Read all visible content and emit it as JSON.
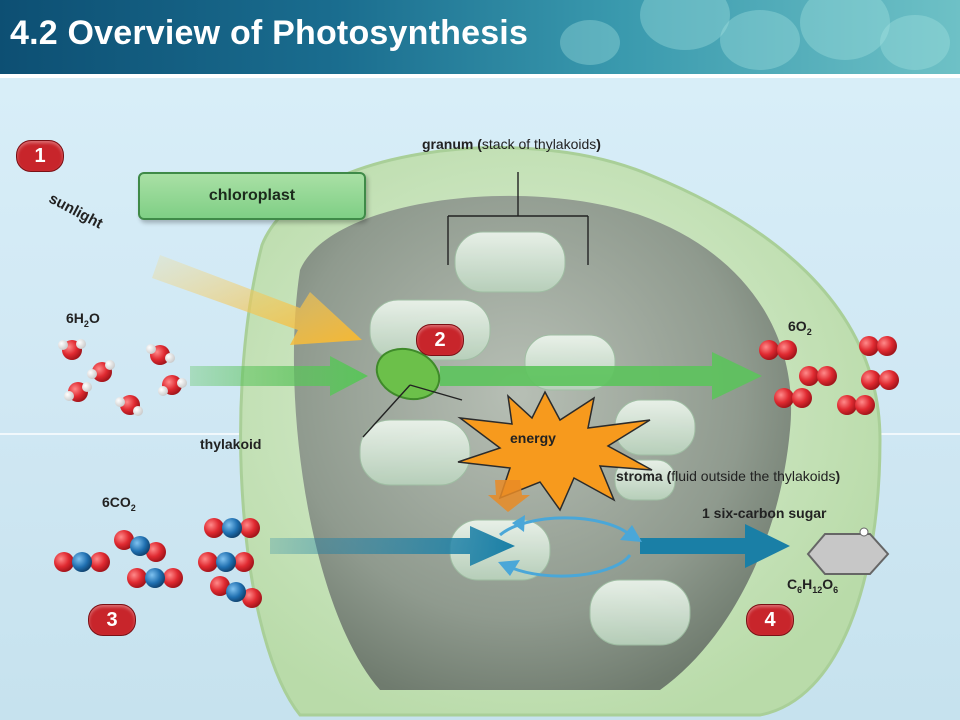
{
  "title": "4.2 Overview of Photosynthesis",
  "badges": {
    "b1": "1",
    "b2": "2",
    "b3": "3",
    "b4": "4"
  },
  "labels": {
    "chloroplast": "chloroplast",
    "sunlight": "sunlight",
    "granum_bold": "granum (",
    "granum_rest": "stack of thylakoids",
    "granum_close": ")",
    "thylakoid": "thylakoid",
    "energy": "energy",
    "stroma_bold": "stroma (",
    "stroma_rest": "fluid outside the thylakoids",
    "stroma_close": ")",
    "sugar": "1 six-carbon sugar"
  },
  "formulas": {
    "water": {
      "coef": "6",
      "a": "H",
      "a_sub": "2",
      "b": "O"
    },
    "oxygen": {
      "coef": "6",
      "a": "O",
      "a_sub": "2"
    },
    "co2": {
      "coef": "6",
      "a": "CO",
      "a_sub": "2"
    },
    "glucose": {
      "c": "C",
      "c_sub": "6",
      "h": "H",
      "h_sub": "12",
      "o": "O",
      "o_sub": "6"
    }
  },
  "colors": {
    "header_dark": "#0d4f73",
    "badge_red": "#c8252b",
    "arrow_green": "#5cc35c",
    "arrow_blue": "#1a7fa6",
    "sun_arrow": "#f5b731",
    "energy_star": "#f79a1d",
    "oxygen_atom": "#d8262d",
    "carbon_atom": "#1f6fb0"
  }
}
